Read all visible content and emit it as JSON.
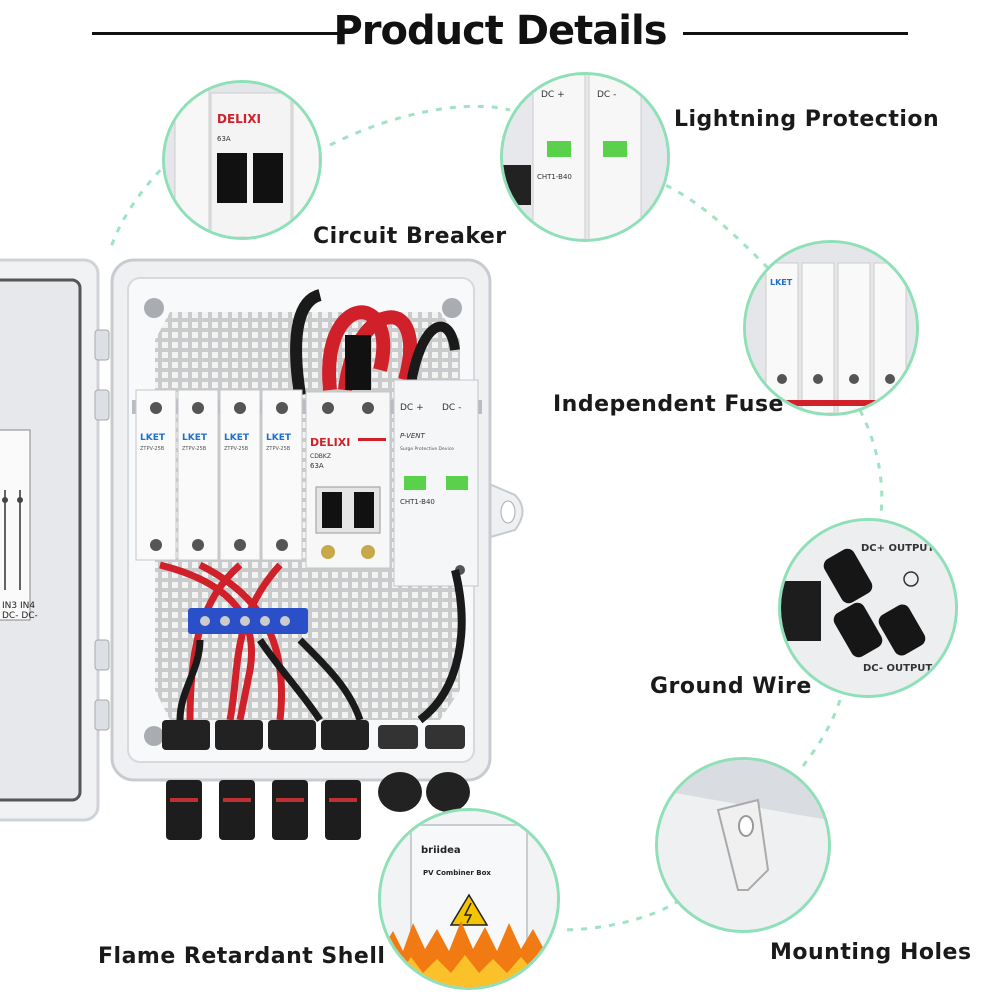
{
  "header": {
    "title": "Product Details"
  },
  "callouts": {
    "circuit_breaker": "Circuit Breaker",
    "lightning_protection": "Lightning Protection",
    "independent_fuse": "Independent Fuse",
    "ground_wire": "Ground Wire",
    "mounting_holes": "Mounting Holes",
    "flame_retardant_shell": "Flame Retardant Shell"
  },
  "device": {
    "fuse_brand": "LKET",
    "fuse_model": "ZTPV-25B",
    "breaker_brand": "DELIXI",
    "breaker_model": "CDBKZ",
    "breaker_rating": "63A",
    "spd_brand": "P-VENT",
    "spd_terminal_pos": "DC +",
    "spd_terminal_neg": "DC -",
    "spd_desc": "Surge Protective Device",
    "spd_model": "CHT1-B40",
    "door_label_1": "IN3 IN4",
    "door_label_2": "DC- DC-",
    "output_pos": "DC+ OUTPUT",
    "output_neg": "DC- OUTPUT",
    "box_brand": "briidea",
    "box_name": "PV Combiner Box"
  },
  "colors": {
    "accent_green": "#8fe0b8",
    "wire_red": "#d0202a",
    "wire_black": "#1a1a1a",
    "busbar_blue": "#2a4fc8",
    "spd_window": "#5ad14a"
  }
}
